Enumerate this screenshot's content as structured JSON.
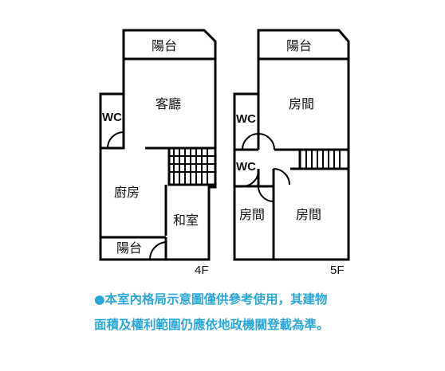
{
  "floor_4": {
    "floor": "4F",
    "rooms": {
      "balcony_top": "陽台",
      "living_room": "客廳",
      "wc": "WC",
      "kitchen": "廚房",
      "japanese_room": "和室",
      "balcony_bottom": "陽台"
    }
  },
  "floor_5": {
    "floor": "5F",
    "rooms": {
      "balcony_top": "陽台",
      "bedroom_top": "房間",
      "wc_upper": "WC",
      "wc_lower": "WC",
      "bedroom_small": "房間",
      "bedroom_right": "房間"
    }
  },
  "disclaimer": {
    "bullet": "●",
    "line1": "本室內格局示意圖僅供參考使用，其建物",
    "line2": "面積及權利範圍仍應依地政機關登載為準。"
  },
  "colors": {
    "wall": "#000000",
    "note_text": "#2aa7d8"
  }
}
